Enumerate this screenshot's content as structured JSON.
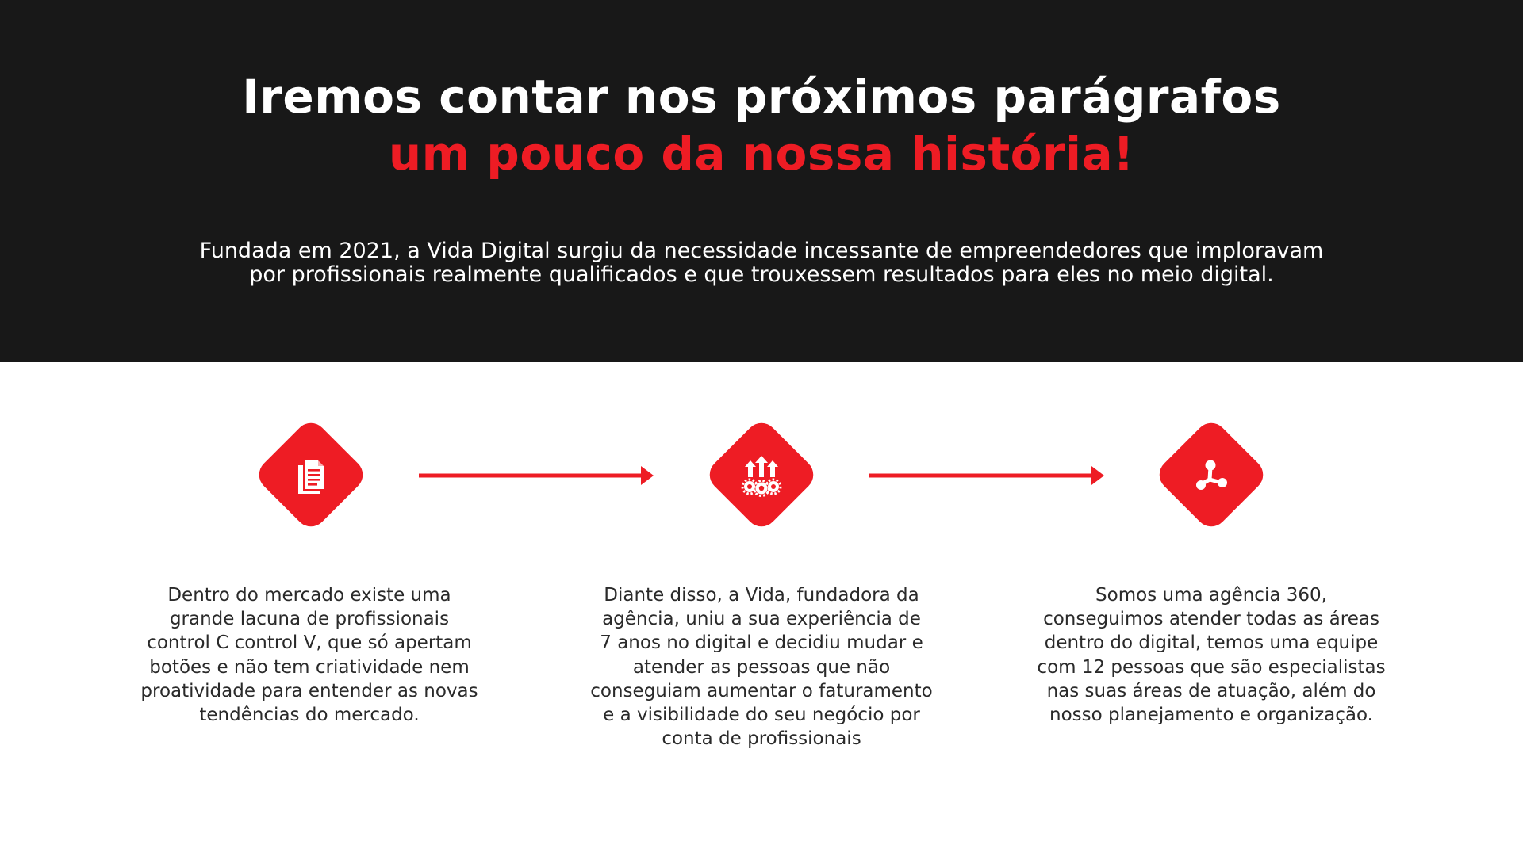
{
  "colors": {
    "hero_background": "#181818",
    "accent": "#ee1c24",
    "text_light": "#ffffff",
    "text_dark": "#2a2a2a",
    "page_background": "#ffffff"
  },
  "hero": {
    "title_line1": "Iremos contar nos próximos parágrafos",
    "title_line2": "um pouco da nossa história!",
    "intro_line1": "Fundada em 2021, a Vida Digital surgiu da necessidade incessante de empreendedores que imploravam",
    "intro_line2": "por profissionais realmente qualificados e que trouxessem resultados para eles no meio digital."
  },
  "steps": [
    {
      "icon": "documents-icon",
      "lines": [
        "Dentro do mercado existe uma",
        "grande lacuna de profissionais",
        "control C control V, que só apertam",
        "botões e não tem criatividade nem",
        "proatividade para entender as novas",
        "tendências do mercado."
      ]
    },
    {
      "icon": "growth-gears-icon",
      "lines": [
        "Diante disso, a Vida, fundadora da",
        "agência, uniu a sua experiência de",
        "7 anos no digital e decidiu mudar e",
        "atender as pessoas que não",
        "conseguiam aumentar o faturamento",
        "e a visibilidade do seu negócio por",
        "conta de profissionais"
      ]
    },
    {
      "icon": "network-icon",
      "lines": [
        "Somos uma agência 360,",
        "conseguimos atender todas as áreas",
        "dentro do digital, temos uma equipe",
        "com 12 pessoas que são especialistas",
        "nas suas áreas de atuação, além do",
        "nosso planejamento e organização."
      ]
    }
  ]
}
